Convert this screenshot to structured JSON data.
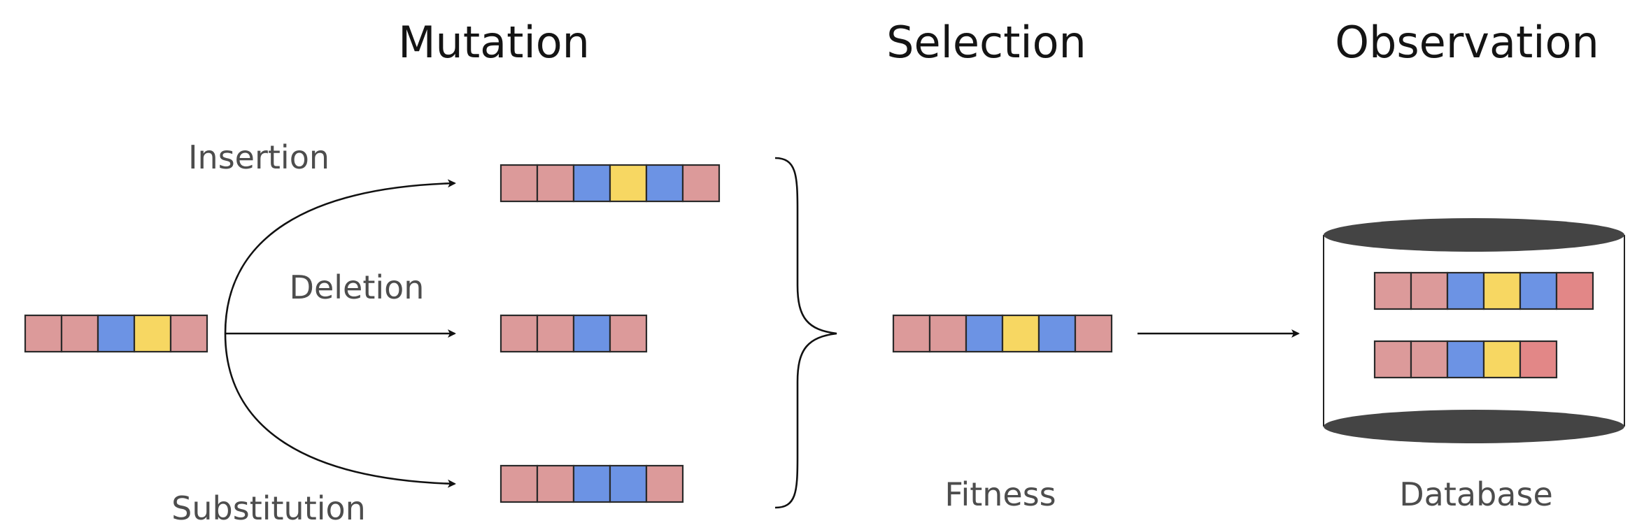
{
  "headings": {
    "mutation": "Mutation",
    "selection": "Selection",
    "observation": "Observation"
  },
  "labels": {
    "insertion": "Insertion",
    "deletion": "Deletion",
    "substitution": "Substitution",
    "fitness": "Fitness",
    "database": "Database"
  },
  "colors": {
    "pink": "#dc9a9a",
    "blue": "#6c93e4",
    "yellow": "#f7d762",
    "red": "#e28787",
    "cylinder_cap": "#444444"
  },
  "sequences": {
    "original": [
      "pink",
      "pink",
      "blue",
      "yellow",
      "pink"
    ],
    "insertion": [
      "pink",
      "pink",
      "blue",
      "yellow",
      "blue",
      "pink"
    ],
    "deletion": [
      "pink",
      "pink",
      "blue",
      "pink"
    ],
    "substitution": [
      "pink",
      "pink",
      "blue",
      "blue",
      "pink"
    ],
    "selected": [
      "pink",
      "pink",
      "blue",
      "yellow",
      "blue",
      "pink"
    ],
    "database_1": [
      "pink",
      "pink",
      "blue",
      "yellow",
      "blue",
      "red"
    ],
    "database_2": [
      "pink",
      "pink",
      "blue",
      "yellow",
      "red"
    ]
  },
  "icons": {
    "brace": "right-curly-brace-icon",
    "arrow": "arrow-right-icon",
    "database": "database-cylinder-icon"
  }
}
